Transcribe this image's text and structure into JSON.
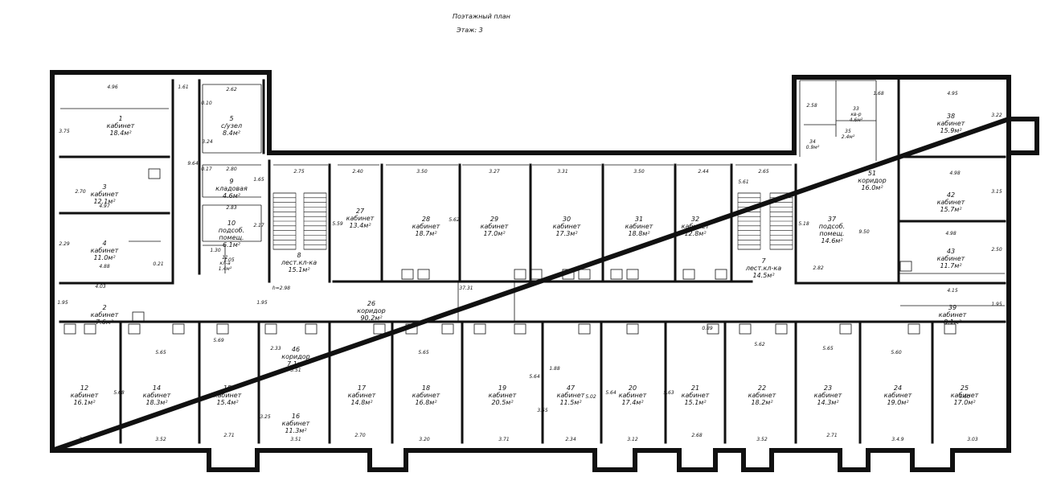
{
  "header": {
    "title": "Поэтажный план",
    "floor": "Этаж: 3"
  },
  "rooms": [
    {
      "num": "1",
      "name": "кабинет",
      "area": "18.4м²"
    },
    {
      "num": "3",
      "name": "кабинет",
      "area": "12.1м²"
    },
    {
      "num": "4",
      "name": "кабинет",
      "area": "11.0м²"
    },
    {
      "num": "2",
      "name": "кабинет",
      "area": "7.6м²"
    },
    {
      "num": "5",
      "name": "с/узел",
      "area": "8.4м²"
    },
    {
      "num": "9",
      "name": "кладовая",
      "area": "4.6м²"
    },
    {
      "num": "10",
      "name": "подсоб. помещ.",
      "area": "6.1м²"
    },
    {
      "num": "11",
      "name": "кл-а",
      "area": "1.4м²"
    },
    {
      "num": "8",
      "name": "лест.кл-ка",
      "area": "15.1м²"
    },
    {
      "num": "27",
      "name": "кабинет",
      "area": "13.4м²"
    },
    {
      "num": "28",
      "name": "кабинет",
      "area": "18.7м²"
    },
    {
      "num": "29",
      "name": "кабинет",
      "area": "17.0м²"
    },
    {
      "num": "30",
      "name": "кабинет",
      "area": "17.3м²"
    },
    {
      "num": "31",
      "name": "кабинет",
      "area": "18.8м²"
    },
    {
      "num": "32",
      "name": "кабинет",
      "area": "12.8м²"
    },
    {
      "num": "7",
      "name": "лест.кл-ка",
      "area": "14.5м²"
    },
    {
      "num": "37",
      "name": "подсоб. помещ.",
      "area": "14.6м²"
    },
    {
      "num": "33",
      "name": "кв-р",
      "area": "4.6м²"
    },
    {
      "num": "34",
      "name": "",
      "area": "0.9м²"
    },
    {
      "num": "35",
      "name": "",
      "area": "2.4м²"
    },
    {
      "num": "51",
      "name": "коридор",
      "area": "16.0м²"
    },
    {
      "num": "38",
      "name": "кабинет",
      "area": "15.9м²"
    },
    {
      "num": "42",
      "name": "кабинет",
      "area": "15.7м²"
    },
    {
      "num": "43",
      "name": "кабинет",
      "area": "11.7м²"
    },
    {
      "num": "26",
      "name": "коридор",
      "area": "90.2м²"
    },
    {
      "num": "39",
      "name": "кабинет",
      "area": "8.1м²"
    },
    {
      "num": "12",
      "name": "кабинет",
      "area": "16.1м²"
    },
    {
      "num": "14",
      "name": "кабинет",
      "area": "18.3м²"
    },
    {
      "num": "15",
      "name": "кабинет",
      "area": "15.4м²"
    },
    {
      "num": "46",
      "name": "коридор",
      "area": "7.1м²"
    },
    {
      "num": "16",
      "name": "кабинет",
      "area": "11.3м²"
    },
    {
      "num": "17",
      "name": "кабинет",
      "area": "14.8м²"
    },
    {
      "num": "18",
      "name": "кабинет",
      "area": "16.8м²"
    },
    {
      "num": "19",
      "name": "кабинет",
      "area": "20.5м²"
    },
    {
      "num": "47",
      "name": "кабинет",
      "area": "11.5м²"
    },
    {
      "num": "20",
      "name": "кабинет",
      "area": "17.4м²"
    },
    {
      "num": "21",
      "name": "кабинет",
      "area": "15.1м²"
    },
    {
      "num": "22",
      "name": "кабинет",
      "area": "18.2м²"
    },
    {
      "num": "23",
      "name": "кабинет",
      "area": "14.3м²"
    },
    {
      "num": "24",
      "name": "кабинет",
      "area": "19.0м²"
    },
    {
      "num": "25",
      "name": "кабинет",
      "area": "17.0м²"
    }
  ],
  "dimensions": [
    "4.96",
    "1.61",
    "2.62",
    "3.75",
    "2.70",
    "4.97",
    "2.29",
    "4.88",
    "0.21",
    "4.03",
    "1.95",
    "9.64",
    "2.80",
    "2.83",
    "1.30",
    "1.05",
    "3.24",
    "2.17",
    "1.65",
    "0.17",
    "0.10",
    "2.75",
    "2.40",
    "3.50",
    "3.27",
    "3.31",
    "3.50",
    "2.44",
    "2.65",
    "5.61",
    "5.59",
    "5.62",
    "37.31",
    "h=2.98",
    "1.95",
    "2.58",
    "1.68",
    "4.95",
    "3.22",
    "4.98",
    "3.15",
    "4.98",
    "2.50",
    "2.82",
    "9.50",
    "5.18",
    "4.15",
    "1.95",
    "5.65",
    "5.68",
    "5.69",
    "2.33",
    "3.51",
    "3.25",
    "5.64",
    "5.65",
    "5.64",
    "5.63",
    "5.62",
    "5.65",
    "5.60",
    "5.60",
    "5.02",
    "3.55",
    "1.88",
    "0.89",
    "2.98",
    "3.52",
    "2.71",
    "3.51",
    "2.70",
    "3.20",
    "3.71",
    "2.34",
    "3.12",
    "2.68",
    "3.52",
    "2.71",
    "3.4.9",
    "3.03"
  ]
}
